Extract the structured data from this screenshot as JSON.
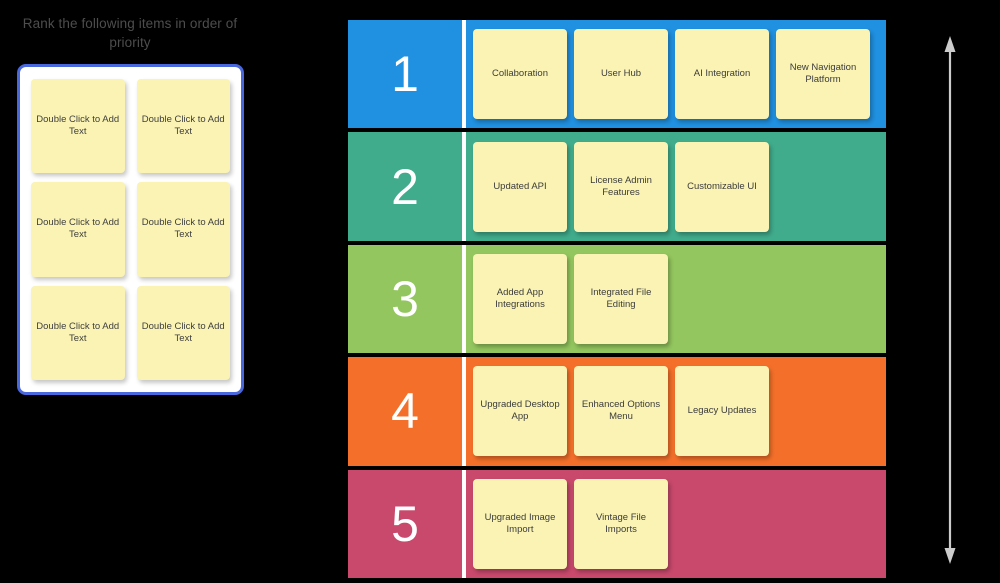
{
  "left_panel": {
    "title": "Rank the following items in order of priority",
    "placeholder_notes": [
      {
        "text": "Double Click to Add Text"
      },
      {
        "text": "Double Click to Add Text"
      },
      {
        "text": "Double Click to Add Text"
      },
      {
        "text": "Double Click to Add Text"
      },
      {
        "text": "Double Click to Add Text"
      },
      {
        "text": "Double Click to Add Text"
      }
    ],
    "border_color": "#4a68dd",
    "fill_color": "#ffffff"
  },
  "ranking": {
    "rows": [
      {
        "rank": "1",
        "color": "#2090e0",
        "items": [
          {
            "label": "Collaboration"
          },
          {
            "label": "User Hub"
          },
          {
            "label": "AI Integration"
          },
          {
            "label": "New Navigation Platform"
          }
        ]
      },
      {
        "rank": "2",
        "color": "#40ac8c",
        "items": [
          {
            "label": "Updated API"
          },
          {
            "label": "License Admin Features"
          },
          {
            "label": "Customizable UI"
          }
        ]
      },
      {
        "rank": "3",
        "color": "#93c65e",
        "items": [
          {
            "label": "Added App Integrations"
          },
          {
            "label": "Integrated File Editing"
          }
        ]
      },
      {
        "rank": "4",
        "color": "#f4702a",
        "items": [
          {
            "label": "Upgraded Desktop App"
          },
          {
            "label": "Enhanced Options Menu"
          },
          {
            "label": "Legacy Updates"
          }
        ]
      },
      {
        "rank": "5",
        "color": "#c8496c",
        "items": [
          {
            "label": "Upgraded Image Import"
          },
          {
            "label": "Vintage File Imports"
          }
        ]
      }
    ],
    "note_color": "#faf3b4",
    "divider_color": "#ffffff"
  },
  "arrow": {
    "name": "priority-double-arrow",
    "color": "#cccccc",
    "orientation": "vertical-double-headed"
  },
  "canvas": {
    "background_color": "#000000"
  }
}
